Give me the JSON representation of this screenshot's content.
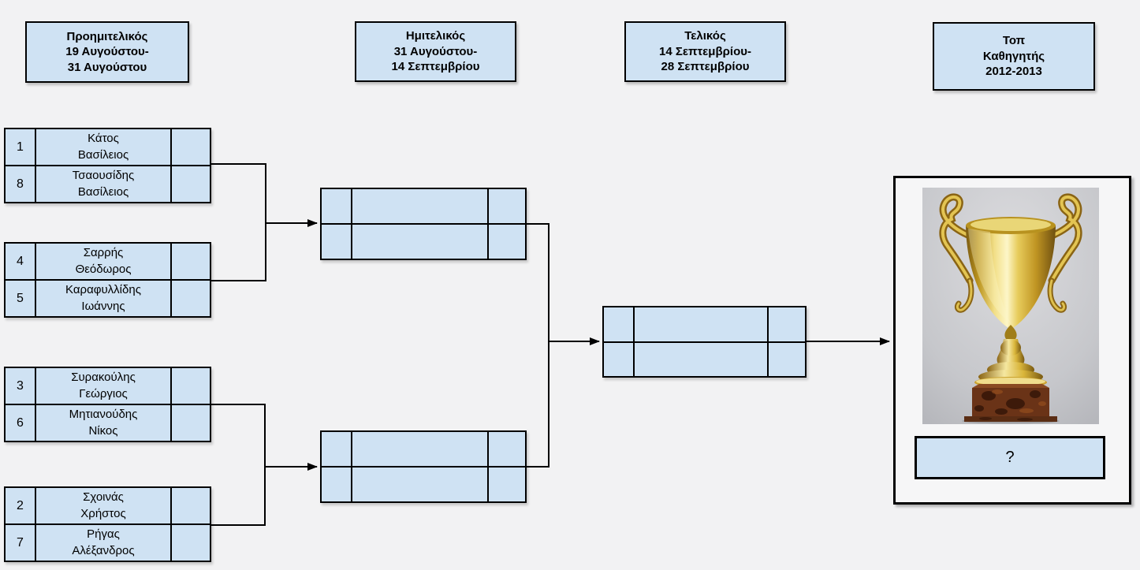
{
  "title": "Tournament bracket",
  "colors": {
    "box_fill": "#cfe2f3",
    "border": "#000000",
    "page_background": "#f2f2f3",
    "trophy_gold": "#d9b53a",
    "trophy_base_brown": "#6a3317"
  },
  "round_headers": [
    {
      "label": "Προημιτελικός\n19 Αυγούστου-\n31 Αυγούστου"
    },
    {
      "label": "Ημιτελικός\n31 Αυγούστου-\n14 Σεπτεμβρίου"
    },
    {
      "label": "Τελικός\n14 Σεπτεμβρίου-\n28 Σεπτεμβρίου"
    },
    {
      "label": "Τοπ\nΚαθηγητής\n2012-2013"
    }
  ],
  "quarterfinals": [
    {
      "slots": [
        {
          "seed": "1",
          "name": "Κάτος\nΒασίλειος",
          "score": ""
        },
        {
          "seed": "8",
          "name": "Τσαουσίδης\nΒασίλειος",
          "score": ""
        }
      ]
    },
    {
      "slots": [
        {
          "seed": "4",
          "name": "Σαρρής\nΘεόδωρος",
          "score": ""
        },
        {
          "seed": "5",
          "name": "Καραφυλλίδης\nΙωάννης",
          "score": ""
        }
      ]
    },
    {
      "slots": [
        {
          "seed": "3",
          "name": "Συρακούλης\nΓεώργιος",
          "score": ""
        },
        {
          "seed": "6",
          "name": "Μητιανούδης\nΝίκος",
          "score": ""
        }
      ]
    },
    {
      "slots": [
        {
          "seed": "2",
          "name": "Σχοινάς\nΧρήστος",
          "score": ""
        },
        {
          "seed": "7",
          "name": "Ρήγας\nΑλέξανδρος",
          "score": ""
        }
      ]
    }
  ],
  "semifinals": [
    {
      "slots": [
        {
          "seed": "",
          "name": "",
          "score": ""
        },
        {
          "seed": "",
          "name": "",
          "score": ""
        }
      ]
    },
    {
      "slots": [
        {
          "seed": "",
          "name": "",
          "score": ""
        },
        {
          "seed": "",
          "name": "",
          "score": ""
        }
      ]
    }
  ],
  "final": {
    "slots": [
      {
        "seed": "",
        "name": "",
        "score": ""
      },
      {
        "seed": "",
        "name": "",
        "score": ""
      }
    ]
  },
  "champion": {
    "trophy_icon": "gold-cup-trophy",
    "winner_placeholder": "?"
  }
}
